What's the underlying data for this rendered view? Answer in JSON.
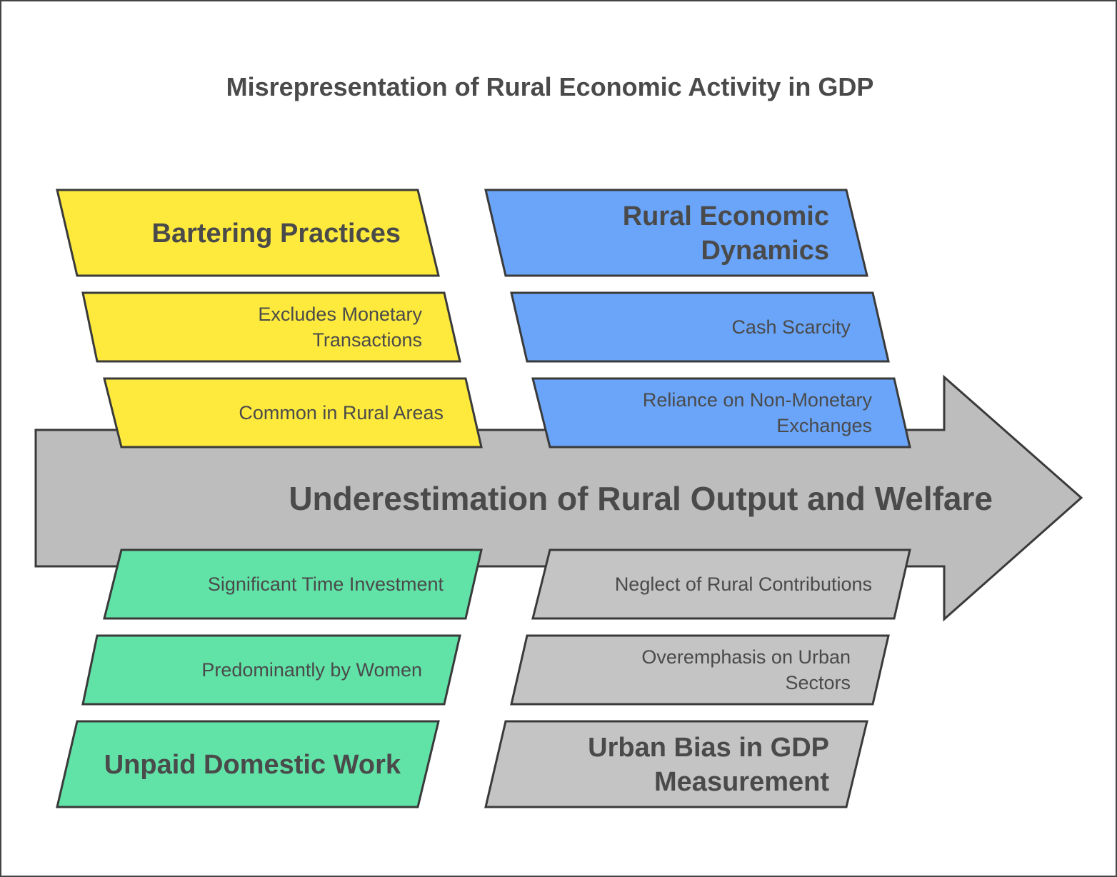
{
  "title": "Misrepresentation of Rural Economic Activity in GDP",
  "spine": "Underestimation of Rural Output and Welfare",
  "colors": {
    "yellow": "#FDEA3D",
    "blue": "#6AA5FA",
    "green": "#61E3A8",
    "gray": "#C4C4C4",
    "arrow": "#BDBDBD"
  },
  "categories": {
    "bartering": {
      "heading": [
        "Bartering Practices"
      ],
      "items": [
        [
          "Excludes Monetary",
          "Transactions"
        ],
        [
          "Common in Rural Areas"
        ]
      ]
    },
    "rural_dynamics": {
      "heading": [
        "Rural Economic",
        "Dynamics"
      ],
      "items": [
        [
          "Cash Scarcity"
        ],
        [
          "Reliance on Non-Monetary",
          "Exchanges"
        ]
      ]
    },
    "unpaid_work": {
      "heading": [
        "Unpaid Domestic Work"
      ],
      "items": [
        [
          "Significant Time Investment"
        ],
        [
          "Predominantly by Women"
        ]
      ]
    },
    "urban_bias": {
      "heading": [
        "Urban Bias in GDP",
        "Measurement"
      ],
      "items": [
        [
          "Neglect of Rural Contributions"
        ],
        [
          "Overemphasis on Urban",
          "Sectors"
        ]
      ]
    }
  }
}
